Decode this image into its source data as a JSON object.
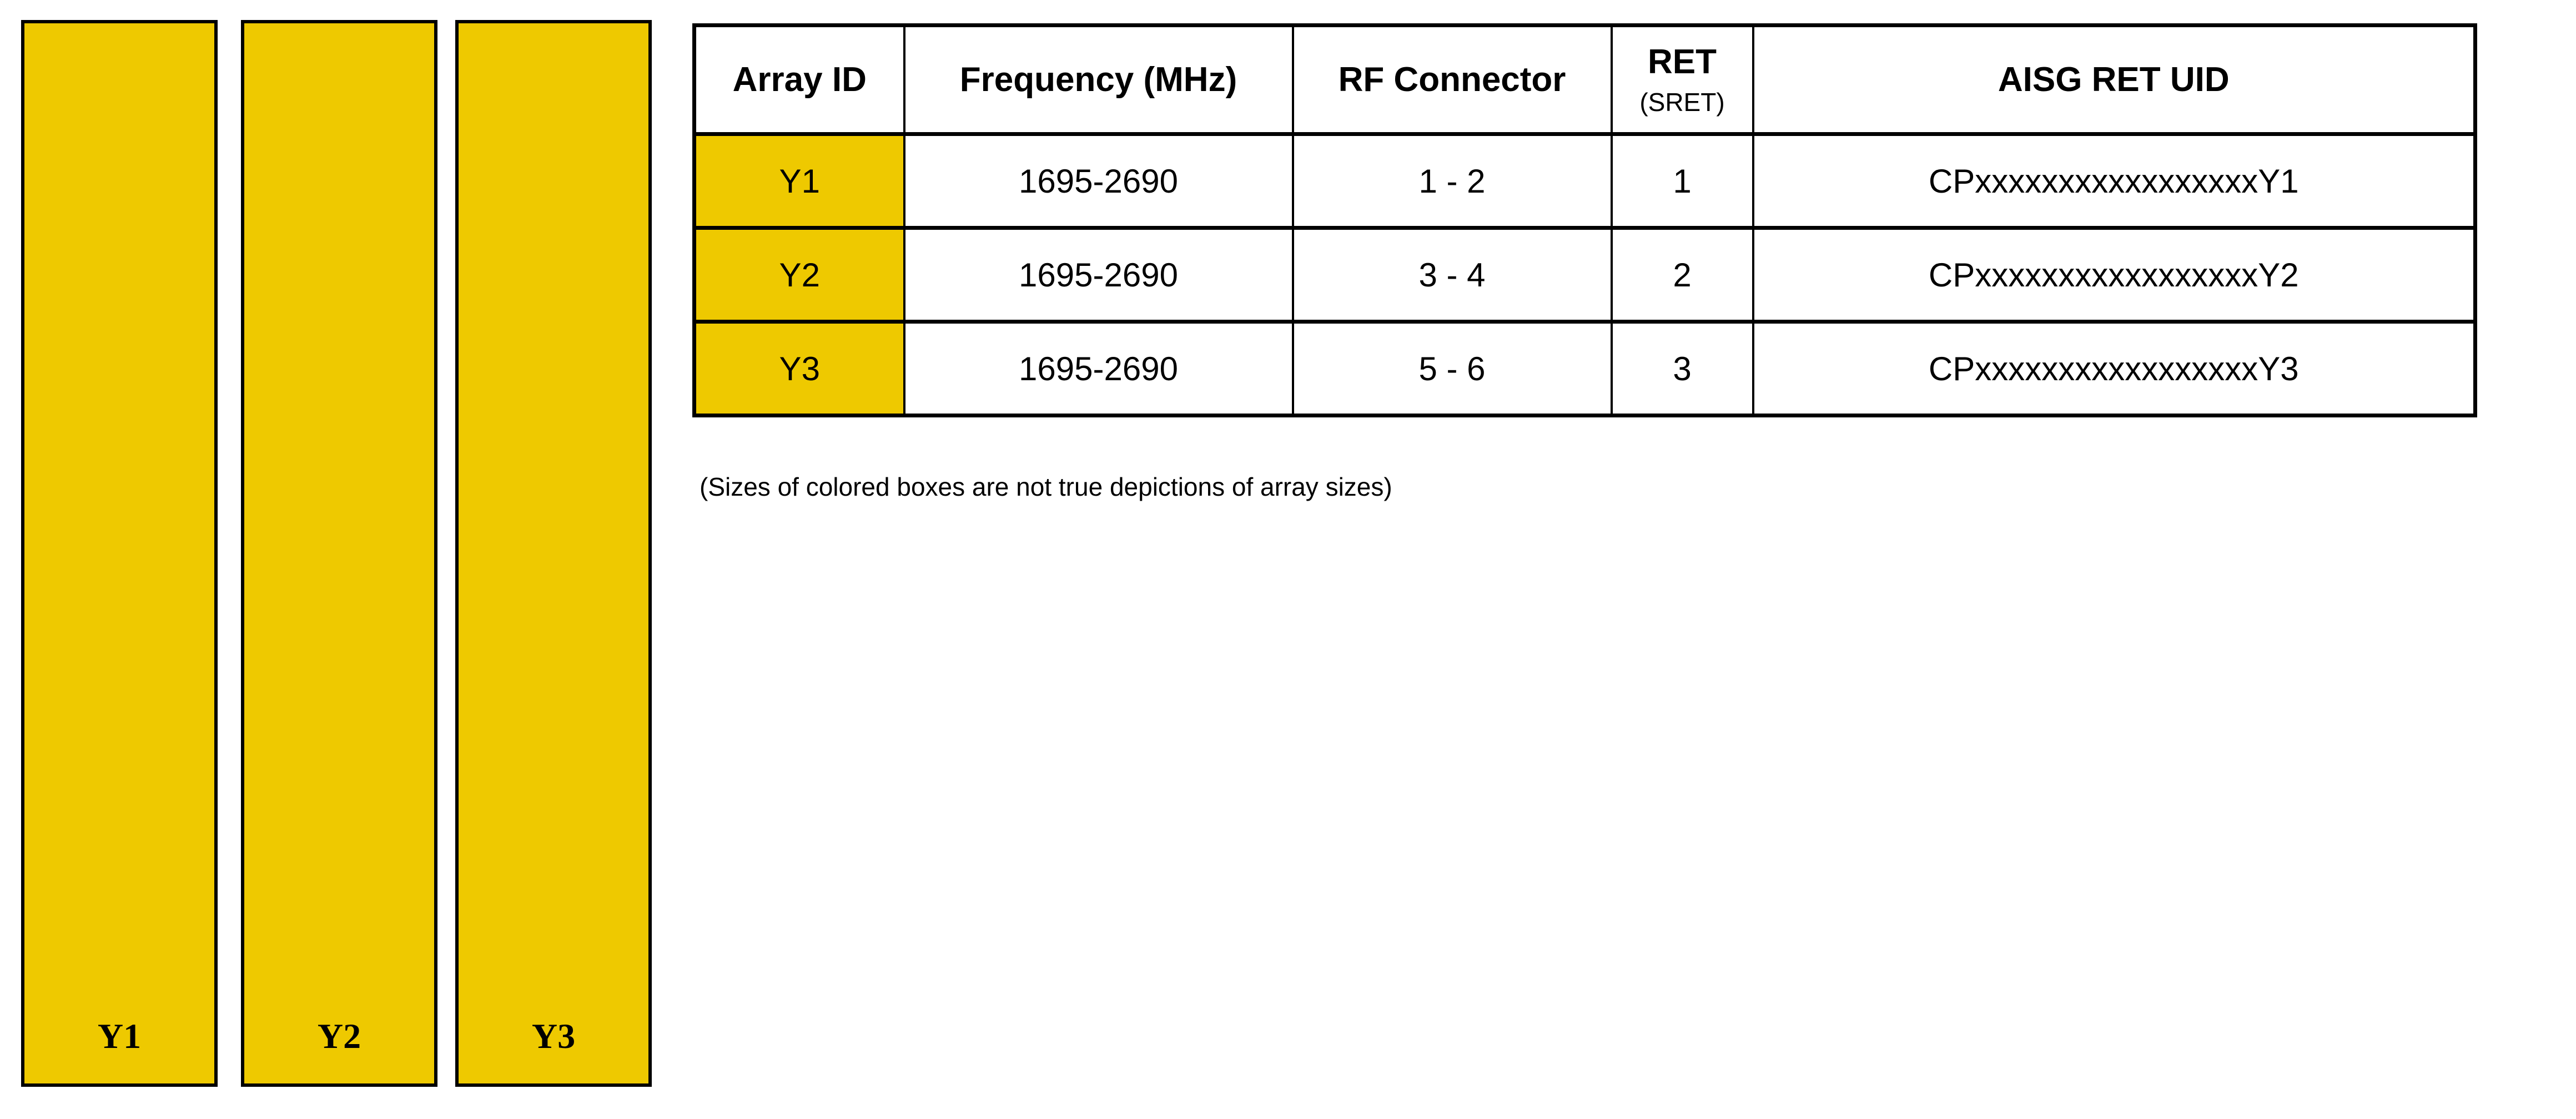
{
  "colors": {
    "array_yellow": "#EEC900",
    "border_black": "#000000"
  },
  "bars": [
    {
      "label": "Y1"
    },
    {
      "label": "Y2"
    },
    {
      "label": "Y3"
    }
  ],
  "table": {
    "headers": {
      "array_id": "Array ID",
      "frequency": "Frequency (MHz)",
      "rf_connector": "RF Connector",
      "ret_main": "RET",
      "ret_sub": "(SRET)",
      "aisg_ret_uid": "AISG RET UID"
    },
    "rows": [
      {
        "array_id": "Y1",
        "frequency": "1695-2690",
        "rf_connector": "1 - 2",
        "ret": "1",
        "aisg_ret_uid": "CPxxxxxxxxxxxxxxxxxY1"
      },
      {
        "array_id": "Y2",
        "frequency": "1695-2690",
        "rf_connector": "3 - 4",
        "ret": "2",
        "aisg_ret_uid": "CPxxxxxxxxxxxxxxxxxY2"
      },
      {
        "array_id": "Y3",
        "frequency": "1695-2690",
        "rf_connector": "5 - 6",
        "ret": "3",
        "aisg_ret_uid": "CPxxxxxxxxxxxxxxxxxY3"
      }
    ]
  },
  "note": "(Sizes of colored boxes are not true depictions of array sizes)"
}
